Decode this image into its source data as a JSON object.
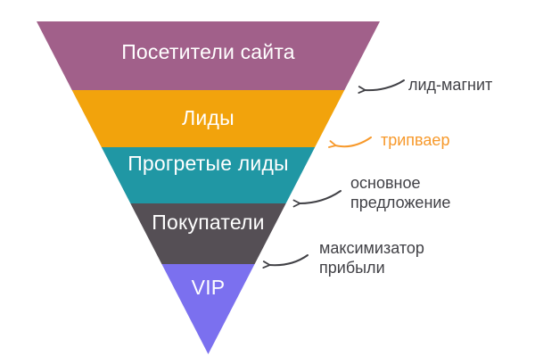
{
  "funnel": {
    "levels": [
      {
        "label": "Посетители сайта",
        "color": "#A1608A"
      },
      {
        "label": "Лиды",
        "color": "#F2A30C"
      },
      {
        "label": "Прогретые лиды",
        "color": "#2097A4"
      },
      {
        "label": "Покупатели",
        "color": "#554F55"
      },
      {
        "label": "VIP",
        "color": "#7B70EF"
      }
    ],
    "label_text_color": "#FFFFFF"
  },
  "annotations": [
    {
      "lines": [
        "лид-магнит"
      ],
      "color": "#414146"
    },
    {
      "lines": [
        "трипваер"
      ],
      "color": "#F7992B"
    },
    {
      "lines": [
        "основное",
        "предложение"
      ],
      "color": "#414146"
    },
    {
      "lines": [
        "максимизатор",
        "прибыли"
      ],
      "color": "#414146"
    }
  ],
  "background_color": "#FFFFFF"
}
